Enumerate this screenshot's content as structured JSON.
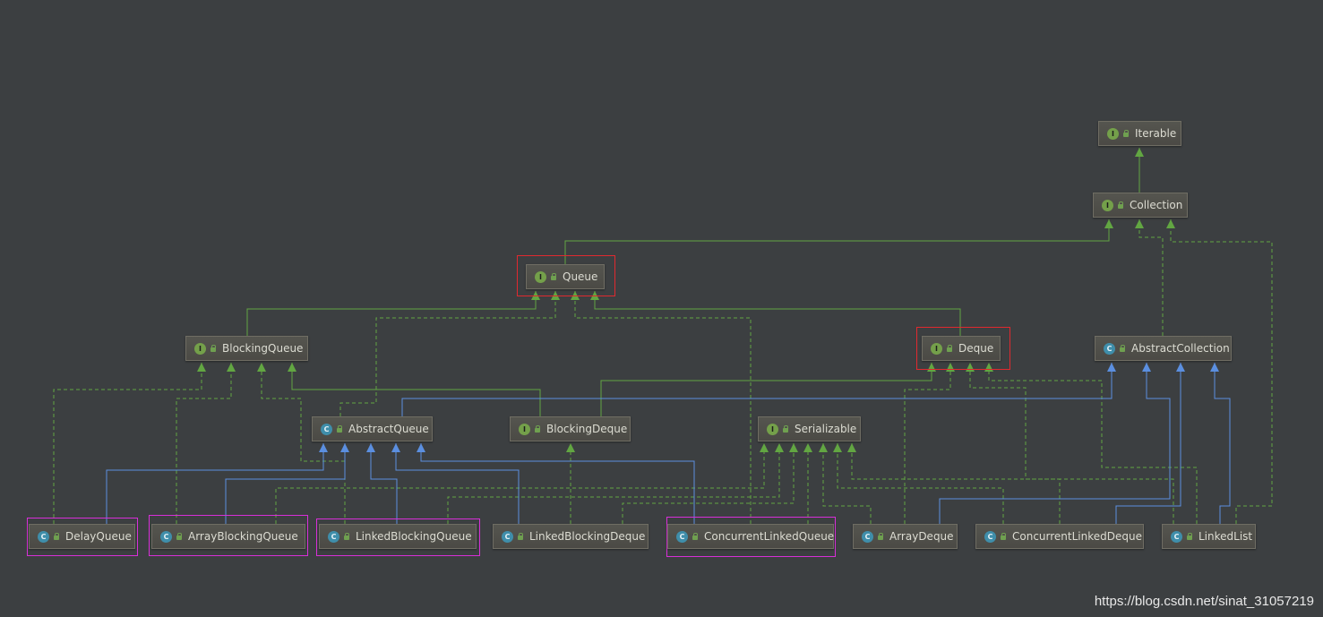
{
  "diagram": {
    "nodes": {
      "iterable": {
        "label": "Iterable",
        "kind": "I"
      },
      "collection": {
        "label": "Collection",
        "kind": "I"
      },
      "queue": {
        "label": "Queue",
        "kind": "I"
      },
      "blocking_queue": {
        "label": "BlockingQueue",
        "kind": "I"
      },
      "deque": {
        "label": "Deque",
        "kind": "I"
      },
      "abstract_collection": {
        "label": "AbstractCollection",
        "kind": "C"
      },
      "abstract_queue": {
        "label": "AbstractQueue",
        "kind": "C"
      },
      "blocking_deque": {
        "label": "BlockingDeque",
        "kind": "I"
      },
      "serializable": {
        "label": "Serializable",
        "kind": "I"
      },
      "delay_queue": {
        "label": "DelayQueue",
        "kind": "C"
      },
      "array_blocking_queue": {
        "label": "ArrayBlockingQueue",
        "kind": "C"
      },
      "linked_blocking_queue": {
        "label": "LinkedBlockingQueue",
        "kind": "C"
      },
      "linked_blocking_deque": {
        "label": "LinkedBlockingDeque",
        "kind": "C"
      },
      "concurrent_linked_queue": {
        "label": "ConcurrentLinkedQueue",
        "kind": "C"
      },
      "array_deque": {
        "label": "ArrayDeque",
        "kind": "C"
      },
      "concurrent_linked_deque": {
        "label": "ConcurrentLinkedDeque",
        "kind": "C"
      },
      "linked_list": {
        "label": "LinkedList",
        "kind": "C"
      }
    },
    "colors": {
      "background": "#3c3f41",
      "implements_edge": "#62a642",
      "extends_edge": "#5b8fe0",
      "highlight_red": "#e0292f",
      "highlight_magenta": "#d82fd8"
    }
  },
  "watermark": "https://blog.csdn.net/sinat_31057219"
}
